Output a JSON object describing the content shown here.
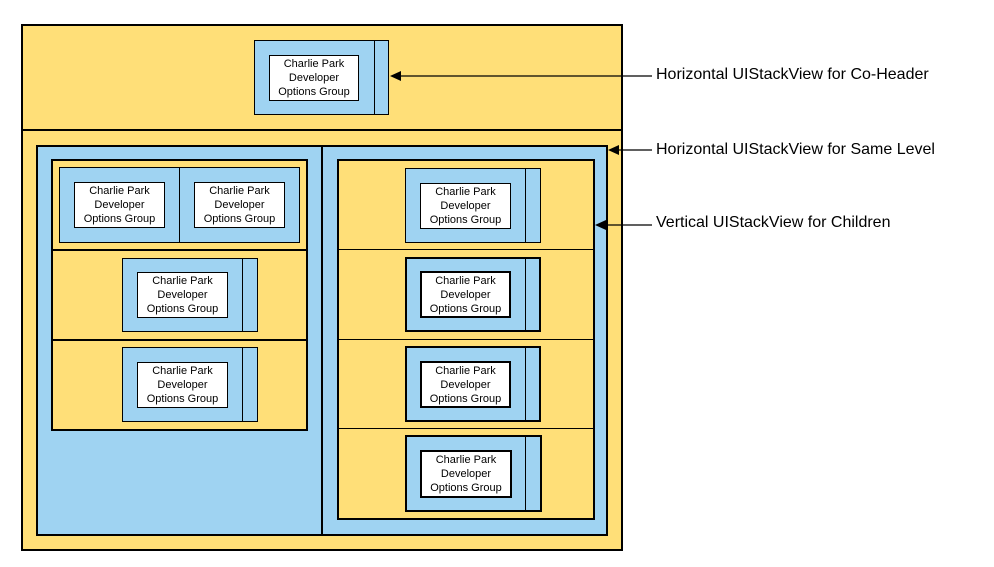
{
  "card": {
    "line1": "Charlie Park",
    "line2": "Developer",
    "line3": "Options Group"
  },
  "labels": {
    "co_header": "Horizontal UIStackView for Co-Header",
    "same_level": "Horizontal UIStackView for Same Level",
    "children": "Vertical UIStackView for Children"
  },
  "colors": {
    "container": "#ffdf78",
    "stack": "#9fd3f2",
    "card": "#ffffff",
    "stroke": "#000000"
  }
}
